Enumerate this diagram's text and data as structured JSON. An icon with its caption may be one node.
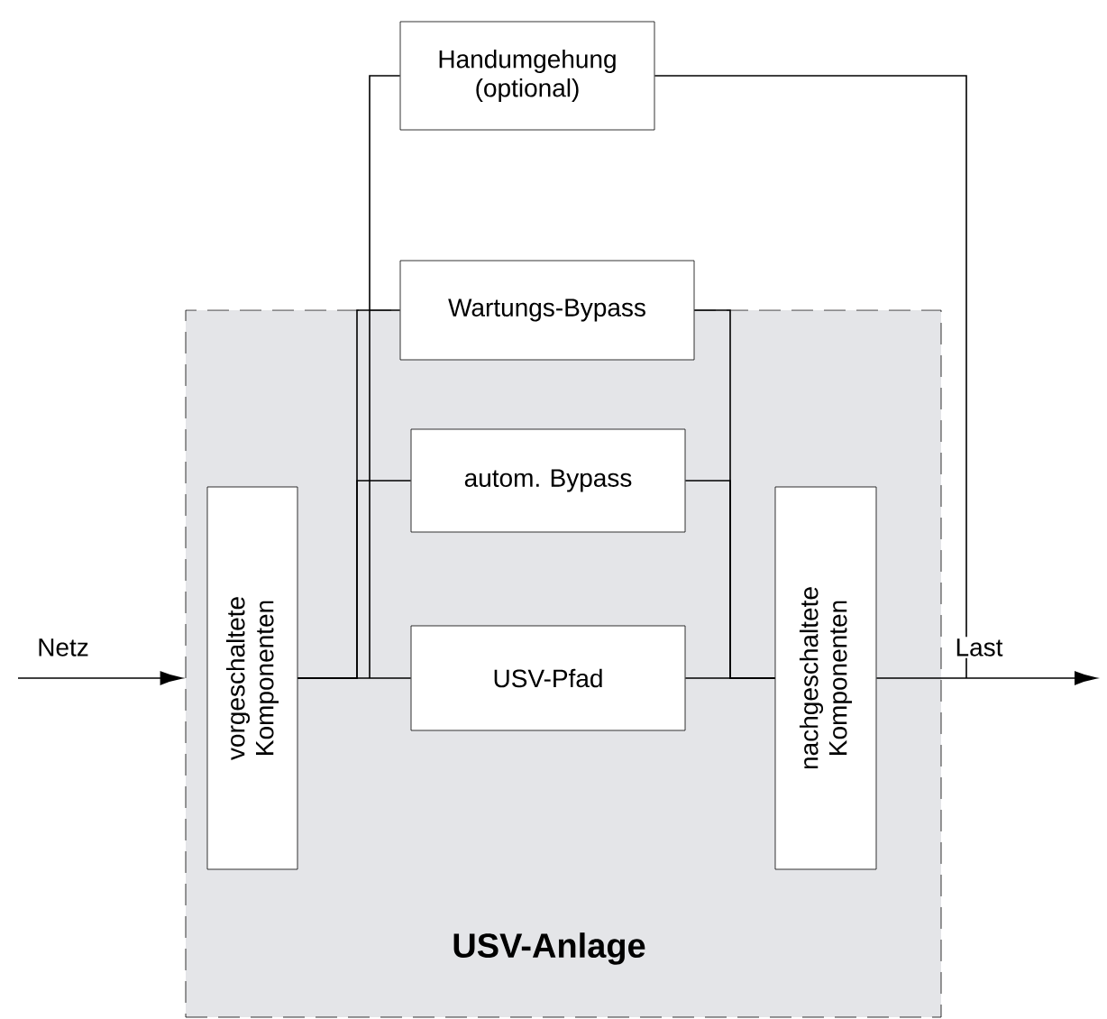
{
  "diagram": {
    "nodes": [
      {
        "text": [
          "Handumgehung (optional)"
        ]
      },
      {
        "text": [
          "USV-Anlage"
        ]
      },
      {
        "text": [
          "vorgeschaltete Komponenten"
        ],
        "in": 1
      },
      {
        "text": [
          "Wartungs-Bypass"
        ]
      },
      {
        "text": [
          "autom. Bypass"
        ],
        "in": 1
      },
      {
        "text": [
          "USV-Pfad"
        ],
        "in": 1
      },
      {
        "text": [
          "nachgeschaltete Komponenten"
        ],
        "in": 1
      }
    ],
    "edges": [
      {
        "from": null,
        "to": 1,
        "arrow": "to",
        "label": "Netz"
      },
      {
        "from": null,
        "to": 0,
        "arrow": "none"
      },
      {
        "from": 0,
        "to": null,
        "arrow": "none"
      },
      {
        "from": 2,
        "to": 3,
        "arrow": "none"
      },
      {
        "from": 2,
        "to": 4,
        "arrow": "none"
      },
      {
        "from": 2,
        "to": 5,
        "arrow": "none"
      },
      {
        "from": 3,
        "to": 6,
        "arrow": "none"
      },
      {
        "from": 4,
        "to": 6,
        "arrow": "none"
      },
      {
        "from": 5,
        "to": 6,
        "arrow": "none"
      },
      {
        "from": 6,
        "to": null,
        "arrow": "to",
        "label": "Last"
      }
    ]
  }
}
